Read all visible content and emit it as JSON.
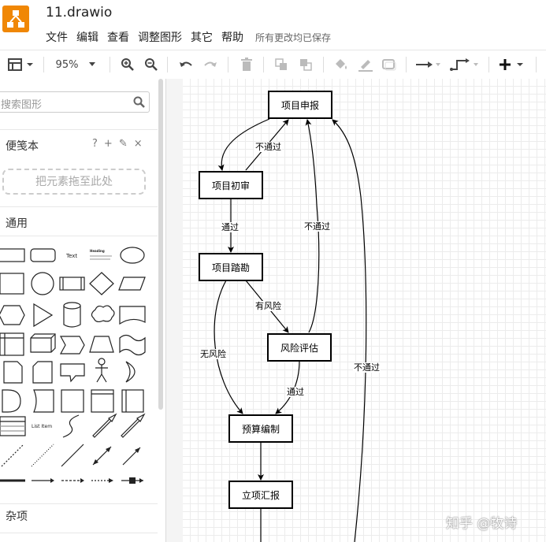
{
  "app": {
    "title": "11.drawio",
    "menu": [
      "文件",
      "编辑",
      "查看",
      "调整图形",
      "其它",
      "帮助"
    ],
    "save_status": "所有更改均已保存"
  },
  "toolbar": {
    "zoom": "95%"
  },
  "sidebar": {
    "search_placeholder": "搜索图形",
    "scratchpad_title": "便笺本",
    "scratchpad_tools": [
      "?",
      "+",
      "✎",
      "×"
    ],
    "dropzone_text": "把元素拖至此处",
    "general_title": "通用",
    "misc_title": "杂项",
    "shape_text_label": "Text",
    "shape_heading_label": "Heading",
    "shape_list_label": "List Item"
  },
  "diagram": {
    "nodes": {
      "apply": "项目申报",
      "review": "项目初审",
      "survey": "项目踏勘",
      "risk": "风险评估",
      "budget": "预算编制",
      "report": "立项汇报"
    },
    "edges": {
      "fail1": "不通过",
      "pass1": "通过",
      "fail2": "不通过",
      "has_risk": "有风险",
      "no_risk": "无风险",
      "pass2": "通过",
      "fail3": "不通过"
    }
  },
  "watermark": "知乎 @牧诗",
  "colors": {
    "logo": "#f08705"
  }
}
